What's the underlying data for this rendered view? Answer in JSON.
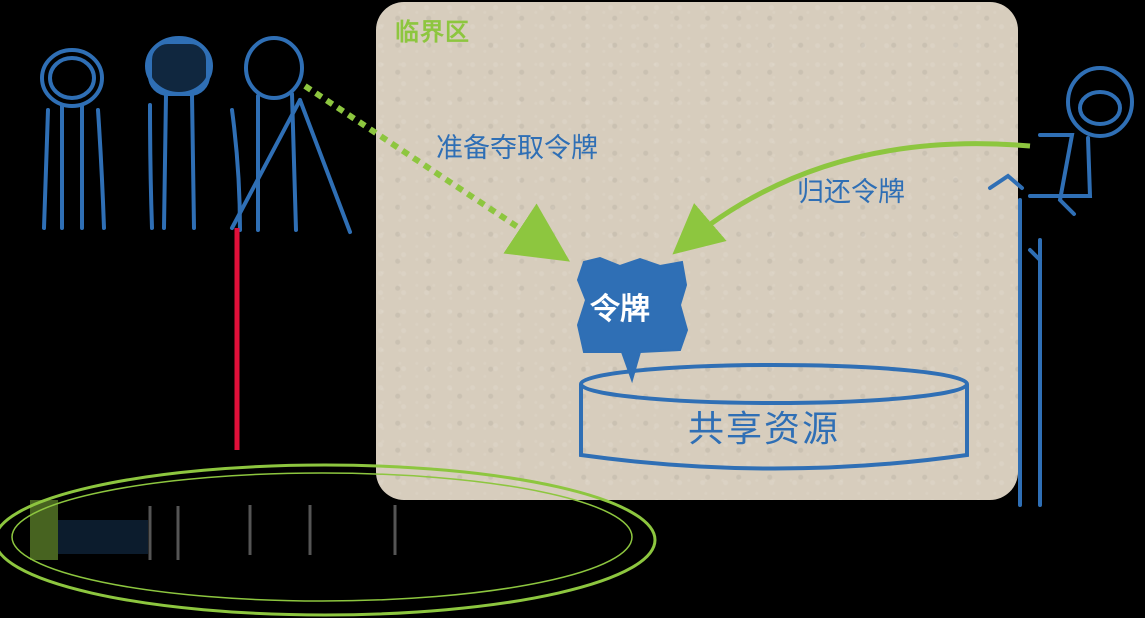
{
  "diagram": {
    "zone_title": "临界区",
    "label_acquire": "准备夺取令牌",
    "label_return": "归还令牌",
    "token_label": "令牌",
    "shared_resource": "共享资源"
  },
  "colors": {
    "background": "#000000",
    "zone_fill": "#d7cdbd",
    "blue": "#2f6fb5",
    "green": "#8dc63f",
    "red": "#e0103a"
  },
  "icons": [
    "stick-figure-icon",
    "stick-figure-icon",
    "stick-figure-icon",
    "stick-figure-icon"
  ]
}
